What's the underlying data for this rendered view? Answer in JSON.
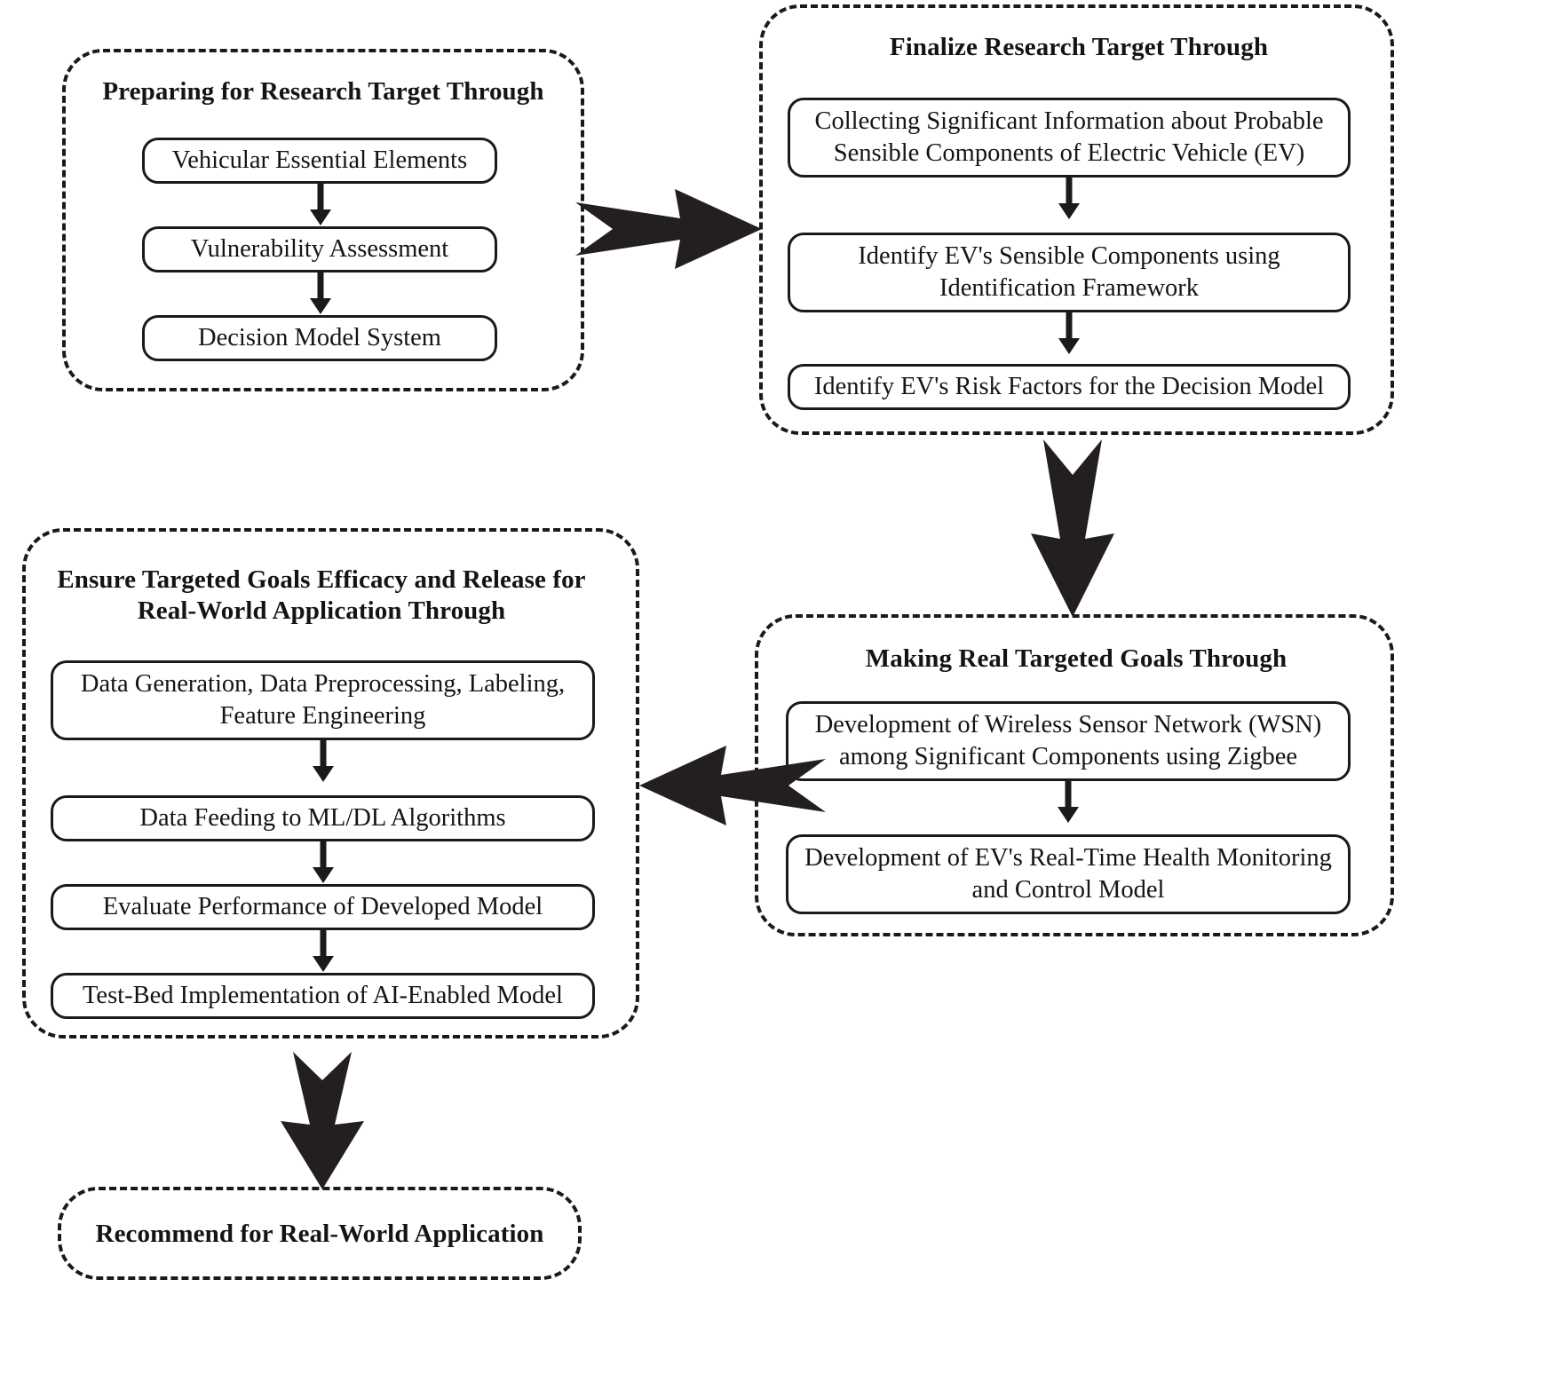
{
  "diagram": {
    "title": "Research Methodology Flowchart",
    "type": "flowchart",
    "line_color": "#1a1a1a",
    "fill_color": "#ffffff",
    "arrow_color": "#231f20"
  },
  "panels": [
    {
      "id": "preparing",
      "title": "Preparing for Research Target Through",
      "steps": [
        "Vehicular Essential Elements",
        "Vulnerability Assessment",
        "Decision Model System"
      ]
    },
    {
      "id": "finalize",
      "title": "Finalize Research Target Through",
      "steps": [
        "Collecting Significant Information about Probable Sensible Components of Electric Vehicle (EV)",
        "Identify EV's Sensible Components using Identification Framework",
        "Identify EV's Risk Factors for the Decision Model"
      ]
    },
    {
      "id": "making",
      "title": "Making Real Targeted Goals Through",
      "steps": [
        "Development of Wireless Sensor Network (WSN) among Significant Components using Zigbee",
        "Development of EV's Real-Time Health Monitoring and Control Model"
      ]
    },
    {
      "id": "ensure",
      "title": "Ensure Targeted Goals Efficacy and Release for Real-World Application Through",
      "steps": [
        "Data Generation, Data Preprocessing, Labeling, Feature Engineering",
        "Data Feeding to ML/DL Algorithms",
        "Evaluate Performance of Developed Model",
        "Test-Bed Implementation of AI-Enabled Model"
      ]
    },
    {
      "id": "recommend",
      "title": "Recommend for Real-World Application",
      "steps": []
    }
  ],
  "flow_arrows": [
    {
      "id": "preparing-to-finalize",
      "direction": "right",
      "icon": "block-arrow-right-icon"
    },
    {
      "id": "finalize-to-making",
      "direction": "down",
      "icon": "block-arrow-down-icon"
    },
    {
      "id": "making-to-ensure",
      "direction": "left",
      "icon": "block-arrow-left-icon"
    },
    {
      "id": "ensure-to-recommend",
      "direction": "down",
      "icon": "block-arrow-down-icon"
    }
  ],
  "step_connectors": [
    {
      "id": "preparing-1-2",
      "direction": "down"
    },
    {
      "id": "preparing-2-3",
      "direction": "down"
    },
    {
      "id": "finalize-1-2",
      "direction": "down"
    },
    {
      "id": "finalize-2-3",
      "direction": "down"
    },
    {
      "id": "making-1-2",
      "direction": "down"
    },
    {
      "id": "ensure-1-2",
      "direction": "down"
    },
    {
      "id": "ensure-2-3",
      "direction": "down"
    },
    {
      "id": "ensure-3-4",
      "direction": "down"
    }
  ]
}
